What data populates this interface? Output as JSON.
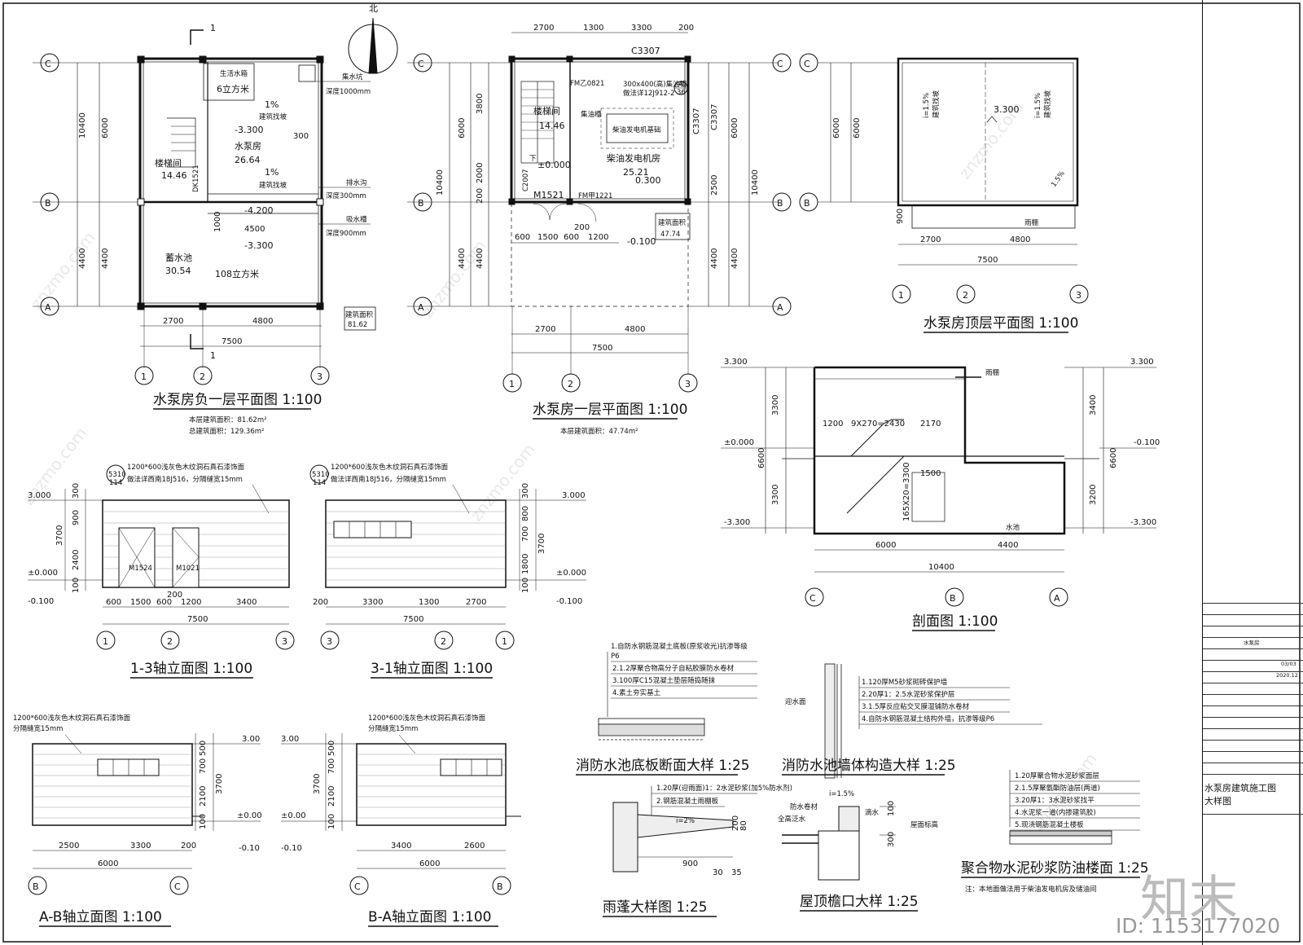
{
  "titles": {
    "basement_plan": "水泵房负一层平面图 1:100",
    "ground_plan": "水泵房一层平面图 1:100",
    "roof_plan": "水泵房顶层平面图 1:100",
    "section": "剖面图 1:100",
    "elev_1_3": "1-3轴立面图 1:100",
    "elev_3_1": "3-1轴立面图 1:100",
    "elev_a_b": "A-B轴立面图 1:100",
    "elev_b_a": "B-A轴立面图 1:100",
    "detail_pool_floor": "消防水池底板断面大样 1:25",
    "detail_pool_wall": "消防水池墙体构造大样 1:25",
    "detail_canopy": "雨蓬大样图 1:25",
    "detail_eave": "屋顶檐口大样 1:25",
    "detail_floor": "聚合物水泥砂浆防油楼面 1:25"
  },
  "basement": {
    "area_note_1": "本层建筑面积：81.62m²",
    "area_note_2": "总建筑面积：129.36m²",
    "area_box_label": "建筑面积",
    "area_box_value": "81.62",
    "tank_label": "生活水箱",
    "tank_volume": "6立方米",
    "stair_label": "楼梯间",
    "stair_area": "14.46",
    "pump_label": "水泵房",
    "pump_area": "26.64",
    "pool_label": "蓄水池",
    "pool_area": "30.54",
    "pool_volume": "108立方米",
    "slope1": "1%",
    "slope_note": "建筑找坡",
    "slope2": "1%",
    "lvl_pump": "-3.300",
    "lvl_pool_top": "-4.200",
    "lvl_pool": "-3.300",
    "pit_label": "集水坑",
    "pit_depth": "深度1000mm",
    "drain_label": "排水沟",
    "drain_depth": "深度300mm",
    "sump_label": "吸水槽",
    "sump_depth": "深度900mm",
    "door": "DK1521",
    "dim_300": "300",
    "dim_1000": "1000",
    "dim_4500": "4500",
    "section_mark": "1",
    "north_label": "北"
  },
  "ground": {
    "area_note": "本层建筑面积：47.74m²",
    "area_box_label": "建筑面积",
    "area_box_value": "47.74",
    "stair_label": "楼梯间",
    "stair_area": "14.46",
    "gen_label": "柴油发电机房",
    "gen_area": "25.21",
    "gen_level": "0.300",
    "gen_base": "柴油发电机基础",
    "floor_level": "±0.000",
    "out_level": "-0.100",
    "window_top": "C3307",
    "window_side": "C3307",
    "window_stair": "C2007",
    "door_fm1": "FM乙0821",
    "door_fm2": "FM甲1221",
    "door_m": "M1521",
    "vent": "300x400(高)集油槽",
    "vent_note": "做法详12J912-2",
    "detail_ref": "A",
    "detail_ref2": "36",
    "fire_label": "集油槽",
    "up_label": "下",
    "dims_top": [
      "2700",
      "1300",
      "3300",
      "200"
    ],
    "dims_door": [
      "600",
      "1500",
      "600",
      "1200"
    ],
    "dim_200": "200"
  },
  "roof": {
    "slope_a": "i=1.5%",
    "slope_a_note": "建筑找坡",
    "slope_b": "i=1.5%",
    "slope_b_note": "建筑找坡",
    "level": "3.300",
    "corner_slope": "1.5%",
    "canopy": "雨棚",
    "dim_900": "900"
  },
  "grid": {
    "axes_num": [
      "1",
      "2",
      "3"
    ],
    "axes_let": [
      "A",
      "B",
      "C"
    ],
    "d2700": "2700",
    "d4800": "4800",
    "d7500": "7500",
    "d6000": "6000",
    "d4400": "4400",
    "d10400": "10400",
    "d3800": "3800",
    "d2000": "2000",
    "d2500": "2500",
    "d200": "200",
    "d300": "300"
  },
  "section": {
    "lv_top_l": "3.300",
    "lv_top_r": "3.300",
    "lv_0": "±0.000",
    "lv_out": "-0.100",
    "lv_bot_l": "-3.300",
    "lv_bot_r": "-3.300",
    "d3300a": "3300",
    "d3300b": "3300",
    "d6600a": "6600",
    "d6600b": "6600",
    "d3400": "3400",
    "d3200": "3200",
    "d1200": "1200",
    "stair_run": "9X270=2430",
    "d2170": "2170",
    "d1500": "1500",
    "riser": "165X20=3300",
    "canopy": "雨棚",
    "pool": "水池",
    "d6000": "6000",
    "d4400": "4400",
    "d10400": "10400"
  },
  "elev": {
    "note1": "1200*600浅灰色木纹洞石真石漆饰面",
    "note2": "做法详西南18J516，分隔缝宽15mm",
    "note_short": "分隔缝宽15mm",
    "ref_top": "5310",
    "ref_bot": "114",
    "lv_3": "3.000",
    "lv_0": "±0.000",
    "lv_m": "-0.100",
    "lv_3b": "3.00",
    "lv_0b": "±0.00",
    "lv_mb": "-0.10",
    "d300": "300",
    "d900": "900",
    "d2400": "2400",
    "d3700": "3700",
    "d100": "100",
    "d800": "800",
    "d700": "700",
    "d1800": "1800",
    "d500": "500",
    "d2100": "2100",
    "door1": "M1524",
    "door2": "M1021",
    "e13_dims": [
      "600",
      "1500",
      "600",
      "1200",
      "3400"
    ],
    "e31_dims": [
      "200",
      "3300",
      "1300",
      "2700"
    ],
    "d200": "200",
    "d7500": "7500",
    "eab_dims": [
      "2500",
      "3300",
      "200"
    ],
    "eba_dims": [
      "3400",
      "2600"
    ],
    "d6000": "6000"
  },
  "details": {
    "pf1": "1.自防水钢筋混凝土底板(原浆收光)抗渗等级",
    "pf1b": "P6",
    "pf2": "2.1.2厚聚合物高分子自粘胶膜防水卷材",
    "pf3": "3.100厚C15混凝土垫层随捣随抹",
    "pf4": "4.素土夯实基土",
    "pw1": "1.120厚M5砂浆砌砖保护墙",
    "pw2": "2.20厚1：2.5水泥砂浆保护层",
    "pw3": "3.1.5厚反应粘交叉膜湿铺防水卷材",
    "pw4": "4.自防水钢筋混凝土结构外墙，抗渗等级P6",
    "pw_side": "迎水面",
    "cn1": "1.20厚(迎雨面)1：2水泥砂浆(加5%防水剂)",
    "cn2": "2.钢筋混凝土雨棚板",
    "cn_slope": "i=2%",
    "cn_d900": "900",
    "cn_d200": "200",
    "cn_d80": "80",
    "cn_d30": "30",
    "cn_d35": "35",
    "ev_slope": "i=1.5%",
    "ev_mat": "防水卷材",
    "ev_mat2": "全高泛水",
    "ev_d100": "100",
    "ev_d300": "300",
    "ev_label": "屋面标高",
    "ev_drip": "滴水",
    "fl1": "1.20厚聚合物水泥砂浆面层",
    "fl2": "2.1.5厚聚氨酯防油层(两道)",
    "fl3": "3.20厚1：3水泥砂浆找平",
    "fl4": "4.水泥浆一道(内掺建筑胶)",
    "fl5": "5.现浇钢筋混凝土楼板",
    "fl_note": "注：本地面做法用于柴油发电机房及储油间"
  },
  "titleblock": {
    "sheet_no": "03/03",
    "date": "2020.12",
    "project": "水泵房",
    "drawing_name": "水泵房建筑施工图",
    "drawing_sub": "大样图"
  },
  "brand": {
    "logo": "知末",
    "image_id": "ID: 1153177020",
    "watermark": "znzmo.com"
  }
}
